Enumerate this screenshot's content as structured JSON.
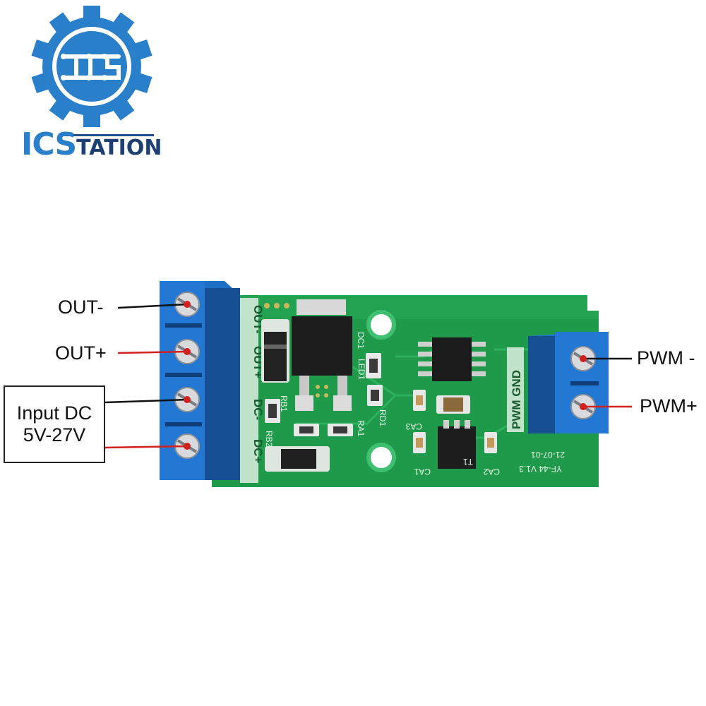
{
  "logo": {
    "text_primary": "ICS",
    "text_secondary": "TATION",
    "emblem_letters": "ICS",
    "colors": {
      "brand_blue": "#2a7fcb",
      "dark_blue": "#1e4f8f",
      "white": "#ffffff"
    }
  },
  "labels": {
    "out_minus": "OUT-",
    "out_plus": "OUT+",
    "input_dc_line1": "Input DC",
    "input_dc_line2": "5V-27V",
    "pwm_minus": "PWM -",
    "pwm_plus": "PWM+"
  },
  "board": {
    "silkscreen_left": [
      "OUT-",
      "OUT+",
      "DC-",
      "DC+"
    ],
    "silkscreen_pwm": "PWM GND",
    "version": "YF-44 V1.3",
    "date": "21-07-01",
    "component_labels": [
      "DC1",
      "LED1",
      "RB2",
      "RB1",
      "RD1",
      "RA1",
      "CA3",
      "CA1",
      "CA2",
      "T1"
    ],
    "colors": {
      "pcb_green": "#1f9a4a",
      "pcb_dark": "#167a39",
      "terminal_blue": "#1e6fc6",
      "terminal_dark": "#174f93",
      "screw": "#c9ccd0",
      "wire_black": "#111111",
      "wire_red": "#d21f1f"
    }
  }
}
